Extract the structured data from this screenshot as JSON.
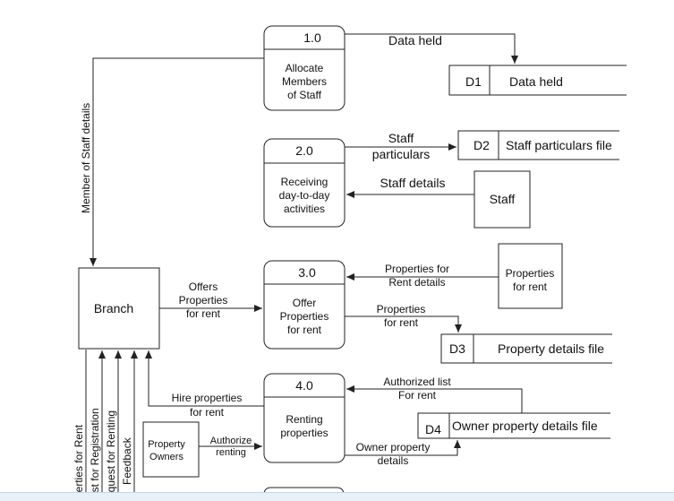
{
  "processes": [
    {
      "id": "1.0",
      "label": [
        "Allocate",
        "Members",
        "of Staff"
      ]
    },
    {
      "id": "2.0",
      "label": [
        "Receiving",
        "day-to-day",
        "activities"
      ]
    },
    {
      "id": "3.0",
      "label": [
        "Offer",
        "Properties",
        "for rent"
      ]
    },
    {
      "id": "4.0",
      "label": [
        "Renting",
        "properties"
      ]
    }
  ],
  "stores": [
    {
      "id": "D1",
      "name": "Data held"
    },
    {
      "id": "D2",
      "name": "Staff particulars file"
    },
    {
      "id": "D3",
      "name": "Property details file"
    },
    {
      "id": "D4",
      "name": "Owner property details file"
    }
  ],
  "entities": {
    "branch": "Branch",
    "staff": "Staff",
    "properties_for_rent": [
      "Properties",
      "for rent"
    ],
    "property_owners": [
      "Property",
      "Owners"
    ]
  },
  "flows": {
    "data_held": "Data held",
    "member_of_staff_details": "Member of Staff details",
    "staff_particulars": [
      "Staff",
      "particulars"
    ],
    "staff_details": "Staff details",
    "offers_properties": [
      "Offers",
      "Properties",
      "for rent"
    ],
    "properties_for_rent_details": [
      "Properties for",
      "Rent details"
    ],
    "properties_for_rent_out": [
      "Properties",
      "for rent"
    ],
    "authorized_list": [
      "Authorized list",
      "For rent"
    ],
    "hire_properties": [
      "Hire properties",
      "for rent"
    ],
    "authorize_renting": [
      "Authorize",
      "renting"
    ],
    "owner_property_details": [
      "Owner property",
      "details"
    ],
    "branch_outputs": [
      "perties for Rent",
      "est for Registration",
      "equest for Renting",
      "Feedback"
    ]
  },
  "colors": {
    "stroke": "#222222",
    "bottom_strip": "#e8f1f8"
  }
}
